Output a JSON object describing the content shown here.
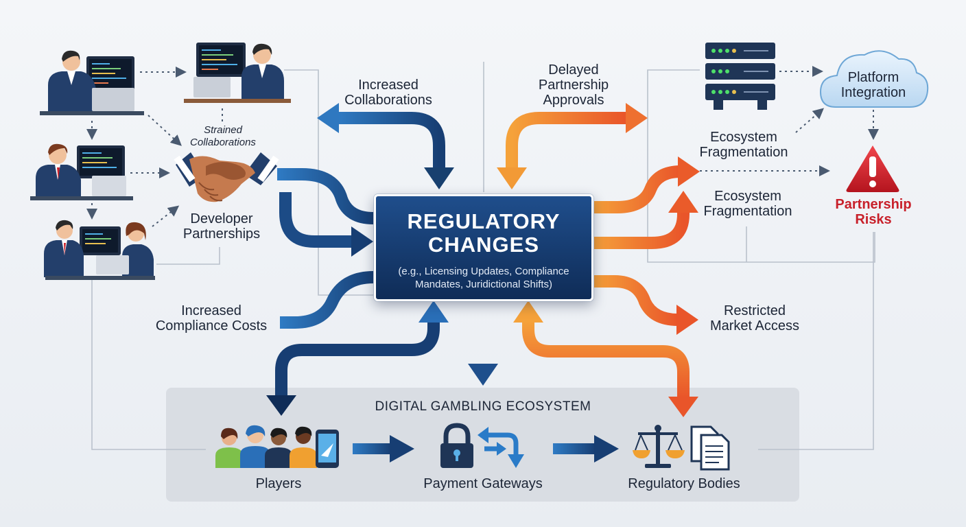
{
  "center": {
    "title_line1": "REGULATORY",
    "title_line2": "CHANGES",
    "subtitle_line1": "(e.g., Licensing Updates, Compliance",
    "subtitle_line2": "Mandates, Juridictional Shifts)"
  },
  "labels": {
    "increased_collaborations": [
      "Increased",
      "Collaborations"
    ],
    "delayed_approvals": [
      "Delayed",
      "Partnership",
      "Approvals"
    ],
    "strained_collaborations": [
      "Strained",
      "Collaborations"
    ],
    "developer_partnerships": [
      "Developer",
      "Partnerships"
    ],
    "ecosystem_fragmentation_1": [
      "Ecosystem",
      "Fragmentation"
    ],
    "ecosystem_fragmentation_2": [
      "Ecosystem",
      "Fragmentation"
    ],
    "platform_integration": [
      "Platform",
      "Integration"
    ],
    "partnership_risks": [
      "Partnership",
      "Risks"
    ],
    "increased_compliance_costs": [
      "Increased",
      "Compliance Costs"
    ],
    "restricted_market_access": [
      "Restricted",
      "Market Access"
    ]
  },
  "ecosystem": {
    "title": "DIGITAL GAMBLING ECOSYSTEM",
    "players": "Players",
    "payment_gateways": "Payment Gateways",
    "regulatory_bodies": "Regulatory Bodies"
  },
  "colors": {
    "navy": "#17365f",
    "blue": "#2a6fb8",
    "orange": "#f08a2c",
    "red_orange": "#ea5b2a",
    "alert_red": "#d7222c"
  },
  "icons": [
    "developer-desk-icon",
    "handshake-icon",
    "server-rack-icon",
    "cloud-icon",
    "warning-triangle-icon",
    "people-group-icon",
    "smartphone-icon",
    "padlock-icon",
    "exchange-arrows-icon",
    "scales-icon",
    "documents-icon"
  ]
}
